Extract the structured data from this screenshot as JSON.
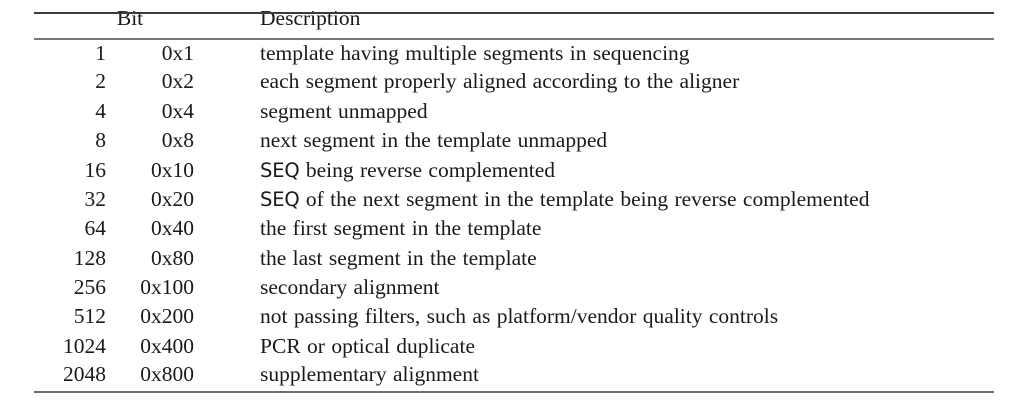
{
  "table": {
    "columns": {
      "bit_header": "Bit",
      "description_header": "Description"
    },
    "rows": [
      {
        "decimal": "1",
        "hex": "0x1",
        "field": "",
        "description": "template having multiple segments in sequencing"
      },
      {
        "decimal": "2",
        "hex": "0x2",
        "field": "",
        "description": "each segment properly aligned according to the aligner"
      },
      {
        "decimal": "4",
        "hex": "0x4",
        "field": "",
        "description": "segment unmapped"
      },
      {
        "decimal": "8",
        "hex": "0x8",
        "field": "",
        "description": "next segment in the template unmapped"
      },
      {
        "decimal": "16",
        "hex": "0x10",
        "field": "SEQ",
        "description": "being reverse complemented"
      },
      {
        "decimal": "32",
        "hex": "0x20",
        "field": "SEQ",
        "description": "of the next segment in the template being reverse complemented"
      },
      {
        "decimal": "64",
        "hex": "0x40",
        "field": "",
        "description": "the first segment in the template"
      },
      {
        "decimal": "128",
        "hex": "0x80",
        "field": "",
        "description": "the last segment in the template"
      },
      {
        "decimal": "256",
        "hex": "0x100",
        "field": "",
        "description": "secondary alignment"
      },
      {
        "decimal": "512",
        "hex": "0x200",
        "field": "",
        "description": "not passing filters, such as platform/vendor quality controls"
      },
      {
        "decimal": "1024",
        "hex": "0x400",
        "field": "",
        "description": "PCR or optical duplicate"
      },
      {
        "decimal": "2048",
        "hex": "0x800",
        "field": "",
        "description": "supplementary alignment"
      }
    ]
  },
  "style": {
    "page_background": "#ffffff",
    "text_color": "#1a1a1a",
    "rule_top_color": "#3b3b3b",
    "rule_mid_color": "#757575",
    "rule_bottom_color": "#6e6e6e"
  }
}
